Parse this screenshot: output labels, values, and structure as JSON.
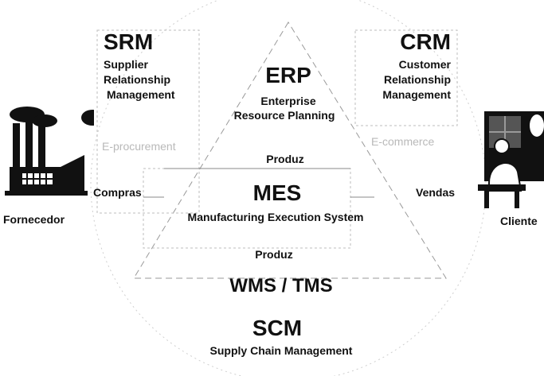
{
  "srm": {
    "abbr": "SRM",
    "lines": [
      "Supplier",
      "Relationship",
      "Management"
    ],
    "faint": "E-procurement"
  },
  "crm": {
    "abbr": "CRM",
    "lines": [
      "Customer",
      "Relationship",
      "Management"
    ],
    "faint": "E-commerce"
  },
  "erp": {
    "abbr": "ERP",
    "lines": [
      "Enterprise",
      "Resource Planning"
    ]
  },
  "mes": {
    "abbr": "MES",
    "full": "Manufacturing Execution System"
  },
  "wms": {
    "label": "WMS / TMS"
  },
  "scm": {
    "abbr": "SCM",
    "full": "Supply Chain Management"
  },
  "flows": {
    "produz_top": "Produz",
    "produz_bottom": "Produz",
    "compras": "Compras",
    "vendas": "Vendas"
  },
  "actors": {
    "supplier": "Fornecedor",
    "client": "Cliente"
  }
}
